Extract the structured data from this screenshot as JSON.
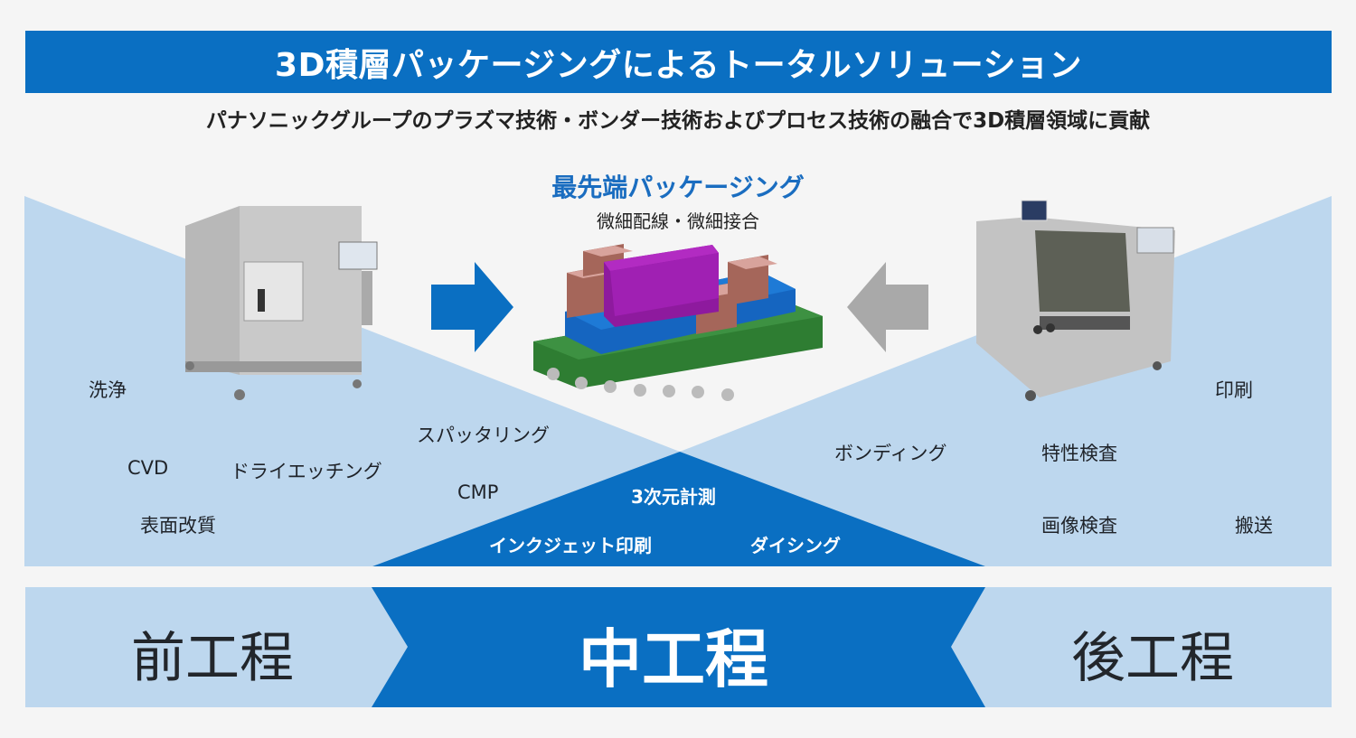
{
  "header": {
    "title": "3D積層パッケージングによるトータルソリューション",
    "subtitle": "パナソニックグループのプラズマ技術・ボンダー技術およびプロセス技術の融合で3D積層領域に貢献"
  },
  "center": {
    "title": "最先端パッケージング",
    "subtitle": "微細配線・微細接合",
    "image": "3d-stacked-package-illustration",
    "arrow_left_color": "#0a6fc2",
    "arrow_right_color": "#a9a9a9"
  },
  "front_process": {
    "machine_image": "plasma-processing-equipment",
    "items": [
      "洗浄",
      "CVD",
      "ドライエッチング",
      "表面改質",
      "スパッタリング",
      "CMP"
    ]
  },
  "mid_process": {
    "items": [
      "3次元計測",
      "インクジェット印刷",
      "ダイシング"
    ]
  },
  "back_process": {
    "machine_image": "bonder-equipment",
    "items": [
      "ボンディング",
      "特性検査",
      "印刷",
      "画像検査",
      "搬送"
    ]
  },
  "stages": {
    "front": "前工程",
    "middle": "中工程",
    "back": "後工程"
  },
  "colors": {
    "primary_blue": "#0a6fc2",
    "light_blue": "#bdd7ee",
    "background": "#f5f5f5",
    "gray_arrow": "#a9a9a9"
  }
}
